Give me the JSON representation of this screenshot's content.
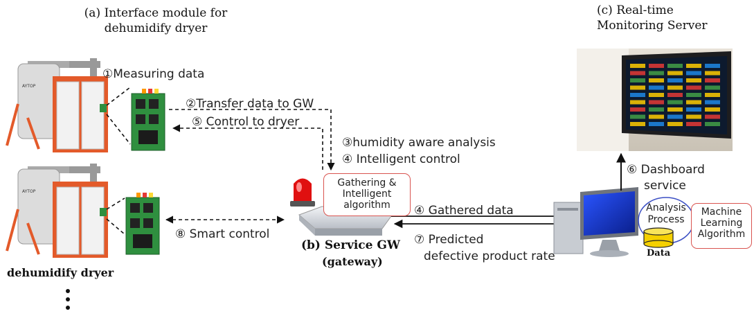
{
  "titles": {
    "interface_module": "(a) Interface module for\ndehumidify dryer",
    "monitoring_server": "(c) Real-time\nMonitoring Server",
    "service_gw_line1": "(b) Service GW",
    "service_gw_line2": "(gateway)"
  },
  "labels": {
    "step1": "①Measuring data",
    "step2": "②Transfer data to GW",
    "step5": "⑤ Control to dryer",
    "step3": "③humidity aware analysis",
    "step4": "④ Intelligent control",
    "step8": "⑧ Smart control",
    "step4b": "④ Gathered data",
    "step7_line1": "⑦ Predicted",
    "step7_line2": "defective product rate",
    "step6_line1": "⑥ Dashboard",
    "step6_line2": "service",
    "dryer_caption": "dehumidify dryer",
    "dryer_brand": "AYTOP"
  },
  "boxes": {
    "gathering": "Gathering &\nIntelligent\nalgorithm",
    "analysis": "Analysis\nProcess",
    "ml": "Machine\nLearning\nAlgorithm",
    "data": "Data"
  },
  "colors": {
    "accent_red": "#d9534f",
    "dryer_orange": "#e35a2a",
    "pcb_green": "#2f8f3f",
    "data_yellow": "#f5d000",
    "monitor_blue": "#1a3cc8",
    "ellipse_blue": "#3b4fc4"
  },
  "icons": [
    "dryer-icon",
    "pcb-board-icon",
    "alarm-light-icon",
    "gateway-box-icon",
    "computer-icon",
    "dashboard-screen-icon",
    "database-icon"
  ]
}
